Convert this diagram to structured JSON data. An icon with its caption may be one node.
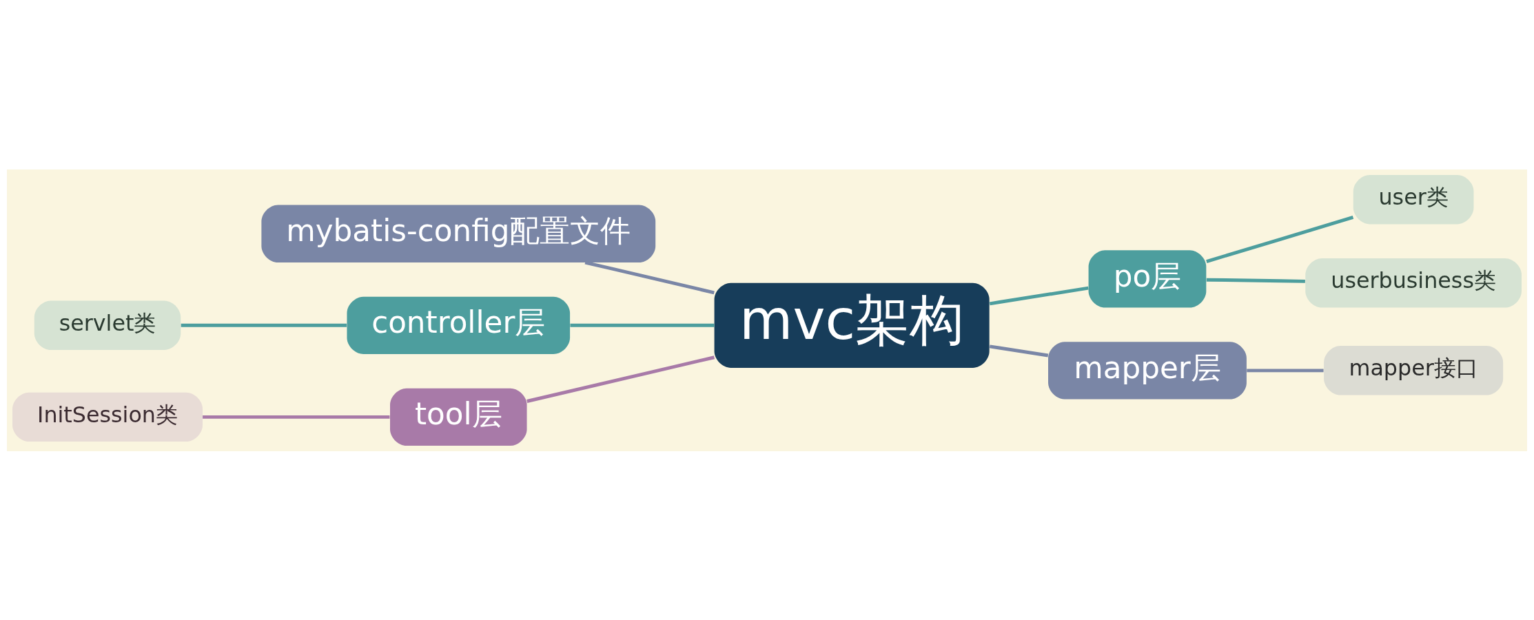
{
  "diagram": {
    "nodes": [
      {
        "text": [
          "mvc架构"
        ]
      },
      {
        "text": [
          "mybatis-config配置文件"
        ]
      },
      {
        "text": [
          "controller层"
        ]
      },
      {
        "text": [
          "servlet类"
        ]
      },
      {
        "text": [
          "tool层"
        ]
      },
      {
        "text": [
          "InitSession类"
        ]
      },
      {
        "text": [
          "po层"
        ]
      },
      {
        "text": [
          "user类"
        ]
      },
      {
        "text": [
          "userbusiness类"
        ]
      },
      {
        "text": [
          "mapper层"
        ]
      },
      {
        "text": [
          "mapper接口"
        ]
      }
    ],
    "edges": [
      {
        "from": 0,
        "to": 1,
        "arrow": "none",
        "color": "#7a86a6"
      },
      {
        "from": 0,
        "to": 2,
        "arrow": "none",
        "color": "#4d9e9e"
      },
      {
        "from": 2,
        "to": 3,
        "arrow": "none",
        "color": "#4d9e9e"
      },
      {
        "from": 0,
        "to": 4,
        "arrow": "none",
        "color": "#a87aa8"
      },
      {
        "from": 4,
        "to": 5,
        "arrow": "none",
        "color": "#a87aa8"
      },
      {
        "from": 0,
        "to": 6,
        "arrow": "none",
        "color": "#4d9e9e"
      },
      {
        "from": 6,
        "to": 7,
        "arrow": "none",
        "color": "#4d9e9e"
      },
      {
        "from": 6,
        "to": 8,
        "arrow": "none",
        "color": "#4d9e9e"
      },
      {
        "from": 0,
        "to": 9,
        "arrow": "none",
        "color": "#7a86a6"
      },
      {
        "from": 9,
        "to": 10,
        "arrow": "none",
        "color": "#7a86a6"
      }
    ]
  }
}
